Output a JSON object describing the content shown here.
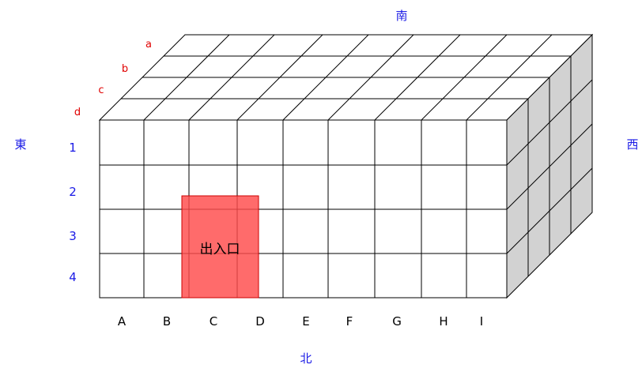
{
  "directions": {
    "south": "南",
    "north": "北",
    "east": "東",
    "west": "西"
  },
  "rows": [
    "1",
    "2",
    "3",
    "4"
  ],
  "columns": [
    "A",
    "B",
    "C",
    "D",
    "E",
    "F",
    "G",
    "H",
    "I"
  ],
  "depth_labels": [
    "a",
    "b",
    "c",
    "d"
  ],
  "entrance": {
    "label": "出入口",
    "color": "#ff4a4a"
  },
  "colors": {
    "row_labels": "#1a1ae6",
    "direction_labels": "#1a1ae6",
    "depth_labels": "#e00000",
    "side_face": "#d2d2d2"
  }
}
